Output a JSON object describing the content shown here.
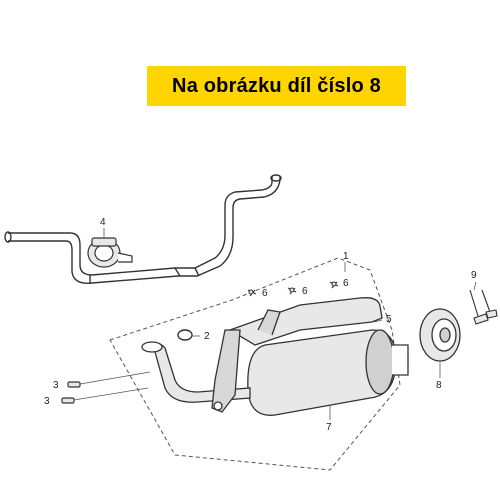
{
  "banner": {
    "text": "Na obrázku díl číslo 8",
    "color": "#ffd400"
  },
  "callouts": {
    "c1": "1",
    "c2": "2",
    "c3a": "3",
    "c3b": "3",
    "c4": "4",
    "c5": "5",
    "c6a": "6",
    "c6b": "6",
    "c6c": "6",
    "c7": "7",
    "c8": "8",
    "c9": "9"
  },
  "colors": {
    "line": "#333333",
    "fill": "#e8e8e8"
  }
}
